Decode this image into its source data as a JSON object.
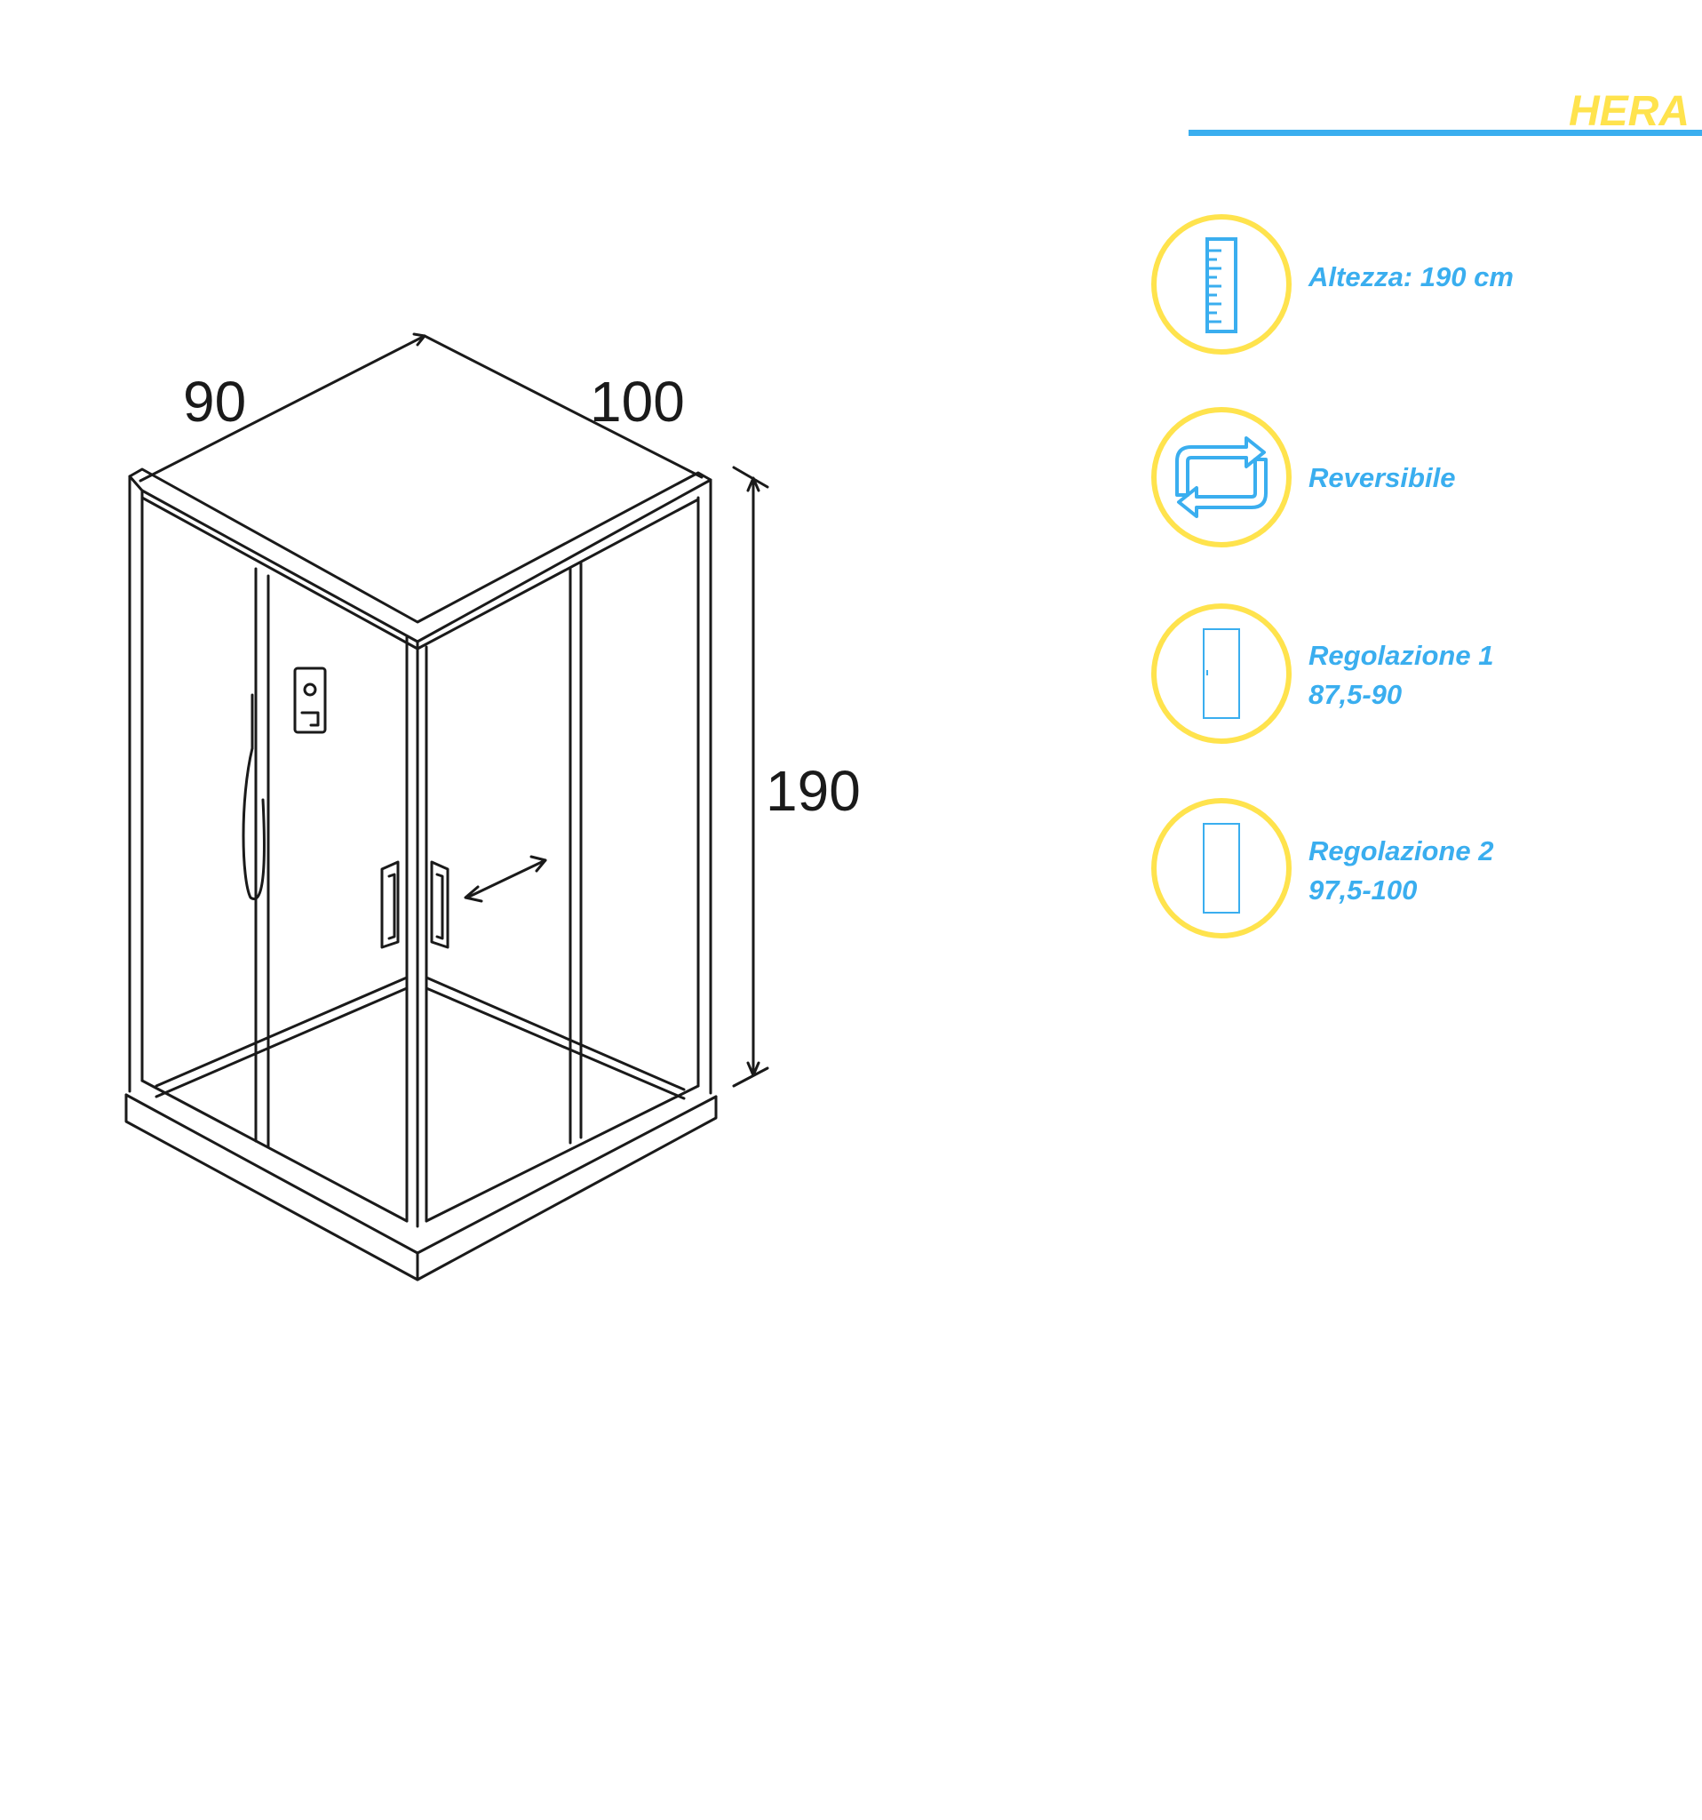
{
  "brand": {
    "name": "HERA",
    "color": "#ffe34d",
    "accent": "#3aaeef"
  },
  "drawing": {
    "subject": "corner shower enclosure, isometric line drawing",
    "dimensions": {
      "width_left": "90",
      "width_right": "100",
      "height": "190"
    }
  },
  "features": [
    {
      "icon": "ruler-icon",
      "line1": "Altezza: 190 cm",
      "line2": ""
    },
    {
      "icon": "reverse-arrows-icon",
      "line1": "Reversibile",
      "line2": ""
    },
    {
      "icon": "narrow-door-icon",
      "line1": "Regolazione 1",
      "line2": "87,5-90"
    },
    {
      "icon": "wide-door-icon",
      "line1": "Regolazione 2",
      "line2": "97,5-100"
    }
  ]
}
